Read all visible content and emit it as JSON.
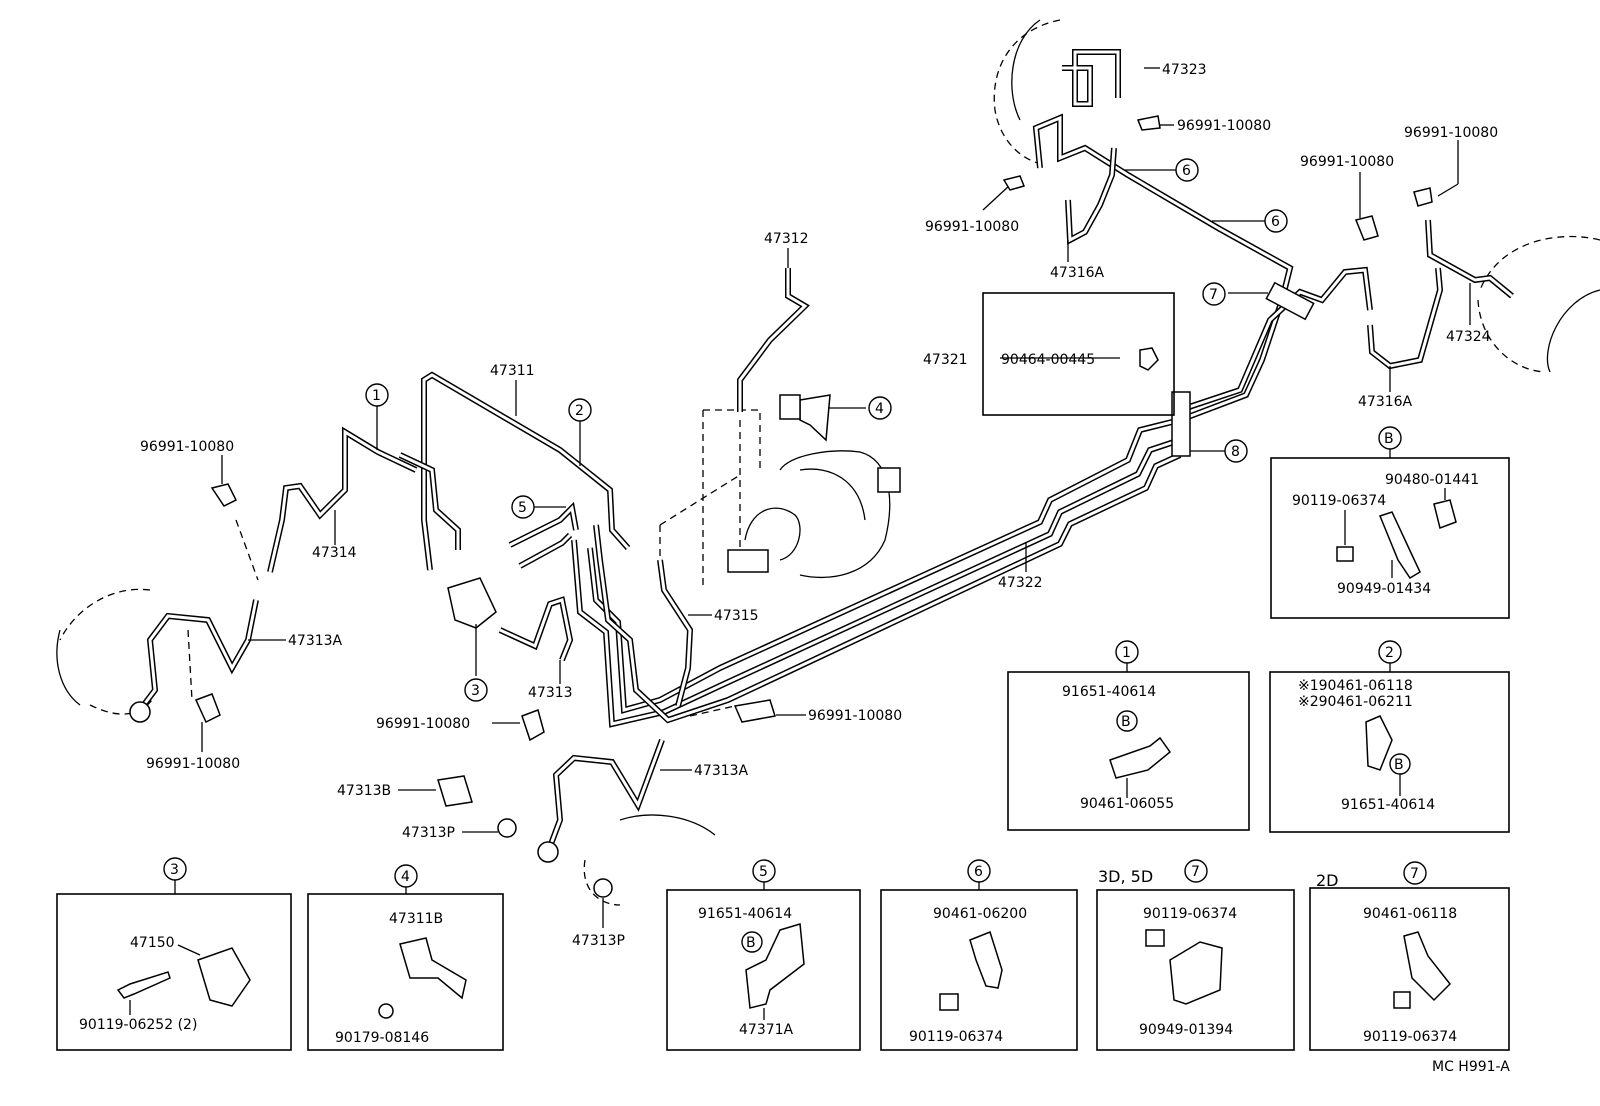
{
  "part_numbers": {
    "p47323": "47323",
    "p96991_tr": "96991-10080",
    "p96991_right_top": "96991-10080",
    "p96991_right_mid": "96991-10080",
    "p96991_upper_mid": "96991-10080",
    "p47316A_top": "47316A",
    "p47316A_right": "47316A",
    "p47324": "47324",
    "p47312": "47312",
    "p47311": "47311",
    "p47321": "47321",
    "p90464": "90464-00445",
    "p96991_left": "96991-10080",
    "p47314": "47314",
    "p47313A_left": "47313A",
    "p96991_lower_left": "96991-10080",
    "p47315": "47315",
    "p47322": "47322",
    "p47313": "47313",
    "p96991_center": "96991-10080",
    "p96991_center_right": "96991-10080",
    "p47313B": "47313B",
    "p47313A_center": "47313A",
    "p47313P_a": "47313P",
    "p47313P_b": "47313P"
  },
  "callouts": [
    "1",
    "2",
    "3",
    "4",
    "5",
    "6",
    "7",
    "8",
    "B"
  ],
  "detail_B": {
    "p90480": "90480-01441",
    "p90119": "90119-06374",
    "p90949": "90949-01434"
  },
  "detail_1": {
    "p91651": "91651-40614",
    "p90461": "90461-06055"
  },
  "detail_2": {
    "line1": "※190461-06118",
    "line2": "※290461-06211",
    "p91651": "91651-40614"
  },
  "detail_3": {
    "p47150": "47150",
    "p90119": "90119-06252 (2)"
  },
  "detail_4": {
    "p47311B": "47311B",
    "p90179": "90179-08146"
  },
  "detail_5": {
    "p91651": "91651-40614",
    "p47371A": "47371A"
  },
  "detail_6": {
    "p90461": "90461-06200",
    "p90119": "90119-06374"
  },
  "detail_7a": {
    "variant": "3D, 5D",
    "p90119": "90119-06374",
    "p90949": "90949-01394"
  },
  "detail_7b": {
    "variant": "2D",
    "p90461": "90461-06118",
    "p90119": "90119-06374"
  },
  "footer_code": "MC  H991-A"
}
